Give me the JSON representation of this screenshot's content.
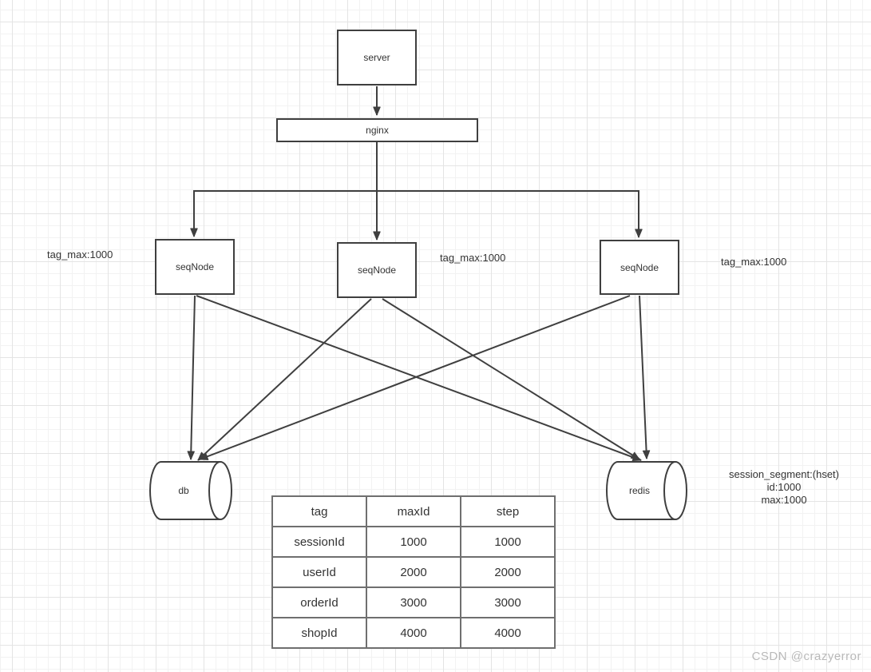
{
  "nodes": {
    "server": {
      "label": "server"
    },
    "nginx": {
      "label": "nginx"
    },
    "seqNode1": {
      "label": "seqNode"
    },
    "seqNode2": {
      "label": "seqNode"
    },
    "seqNode3": {
      "label": "seqNode"
    },
    "db": {
      "label": "db"
    },
    "redis": {
      "label": "redis"
    }
  },
  "annotations": {
    "tag_max_left": "tag_max:1000",
    "tag_max_middle": "tag_max:1000",
    "tag_max_right": "tag_max:1000",
    "session_segment": {
      "line1": "session_segment:(hset)",
      "line2": "id:1000",
      "line3": "max:1000"
    }
  },
  "table": {
    "headers": [
      "tag",
      "maxId",
      "step"
    ],
    "rows": [
      [
        "sessionId",
        "1000",
        "1000"
      ],
      [
        "userId",
        "2000",
        "2000"
      ],
      [
        "orderId",
        "3000",
        "3000"
      ],
      [
        "shopId",
        "4000",
        "4000"
      ]
    ]
  },
  "watermark": "CSDN @crazyerror",
  "colors": {
    "stroke": "#3f3f3f",
    "text": "#333333",
    "table_border": "#6f6f6f",
    "watermark": "#b9b9b9",
    "grid_minor": "#f2f2f2",
    "grid_major": "#e4e4e4"
  }
}
